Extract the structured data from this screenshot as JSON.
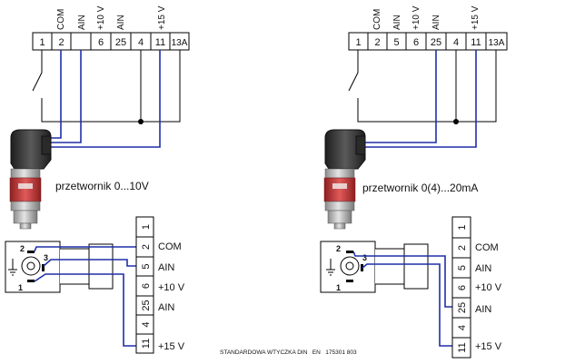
{
  "left": {
    "top_headers": [
      "COM",
      "AIN",
      "+10 V",
      "AIN",
      "+15 V"
    ],
    "terminals": [
      "1",
      "2",
      "",
      "6",
      "25",
      "4",
      "11",
      "13A"
    ],
    "sensor_label": "przetwornik 0...10V",
    "connector_pins": [
      "2",
      "3",
      "1"
    ],
    "block_terminals": [
      "1",
      "2",
      "5",
      "6",
      "25",
      "4",
      "11"
    ],
    "block_labels": [
      "COM",
      "AIN",
      "+10 V",
      "AIN",
      "+15 V"
    ]
  },
  "right": {
    "top_headers": [
      "COM",
      "AIN",
      "+10 V",
      "AIN",
      "+15 V"
    ],
    "terminals": [
      "1",
      "2",
      "5",
      "6",
      "25",
      "4",
      "11",
      "13A"
    ],
    "sensor_label": "przetwornik 0(4)...20mA",
    "connector_pins": [
      "2",
      "3",
      "1"
    ],
    "block_terminals": [
      "1",
      "2",
      "5",
      "6",
      "25",
      "4",
      "11"
    ],
    "block_labels": [
      "COM",
      "AIN",
      "+10 V",
      "AIN",
      "+15 V"
    ]
  },
  "footer": "STANDARDOWA WTYCZKA DIN   EN   175301 803",
  "colors": {
    "wire_blue": "#1f2fa8",
    "line": "#000000",
    "sensor_red": "#c83a3a",
    "sensor_body": "#3a3a3a"
  }
}
